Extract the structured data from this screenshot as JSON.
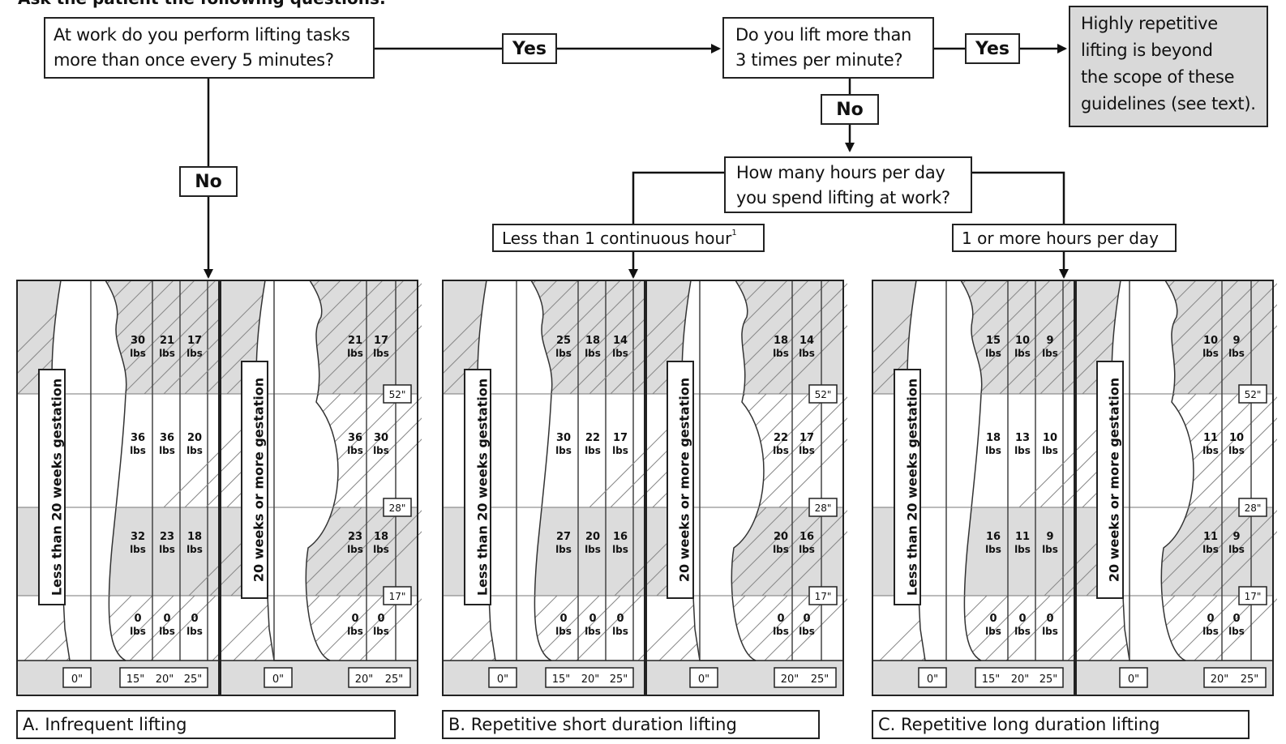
{
  "header": {
    "title": "Ask the patient the following questions:"
  },
  "q1": {
    "line1": "At work do you perform lifting tasks",
    "line2": "more than once every 5 minutes?"
  },
  "q2": {
    "line1": "Do you lift more than",
    "line2": "3 times per minute?"
  },
  "q3": {
    "line1": "How many hours per day",
    "line2": "you spend lifting at work?"
  },
  "yes1": "Yes",
  "yes2": "Yes",
  "no1": "No",
  "no2": "No",
  "scope_note": {
    "line1": "Highly repetitive",
    "line2": "lifting is beyond",
    "line3": "the scope of these",
    "line4": "guidelines (see text)."
  },
  "branch_short": "Less than 1 continuous hour",
  "branch_short_sup": "1",
  "branch_long": "1 or more hours per day",
  "panels": [
    {
      "caption": "A. Infrequent lifting",
      "left": {
        "label": "Less than 20 weeks gestation",
        "columns": [
          "0\"",
          "15\"",
          "20\"",
          "25\""
        ],
        "zones": [
          [
            "30",
            "21",
            "17"
          ],
          [
            "36",
            "36",
            "20"
          ],
          [
            "32",
            "23",
            "18"
          ],
          [
            "0",
            "0",
            "0"
          ]
        ]
      },
      "right": {
        "label": "20 weeks or more gestation",
        "columns": [
          "0\"",
          "20\"",
          "25\""
        ],
        "zones": [
          [
            "21",
            "17"
          ],
          [
            "36",
            "30"
          ],
          [
            "23",
            "18"
          ],
          [
            "0",
            "0"
          ]
        ],
        "heights": [
          "52\"",
          "28\"",
          "17\""
        ]
      }
    },
    {
      "caption": "B. Repetitive short duration lifting",
      "left": {
        "label": "Less than 20 weeks gestation",
        "columns": [
          "0\"",
          "15\"",
          "20\"",
          "25\""
        ],
        "zones": [
          [
            "25",
            "18",
            "14"
          ],
          [
            "30",
            "22",
            "17"
          ],
          [
            "27",
            "20",
            "16"
          ],
          [
            "0",
            "0",
            "0"
          ]
        ]
      },
      "right": {
        "label": "20 weeks or more gestation",
        "columns": [
          "0\"",
          "20\"",
          "25\""
        ],
        "zones": [
          [
            "18",
            "14"
          ],
          [
            "22",
            "17"
          ],
          [
            "20",
            "16"
          ],
          [
            "0",
            "0"
          ]
        ],
        "heights": [
          "52\"",
          "28\"",
          "17\""
        ]
      }
    },
    {
      "caption": "C. Repetitive long duration lifting",
      "left": {
        "label": "Less than 20 weeks gestation",
        "columns": [
          "0\"",
          "15\"",
          "20\"",
          "25\""
        ],
        "zones": [
          [
            "15",
            "10",
            "9"
          ],
          [
            "18",
            "13",
            "10"
          ],
          [
            "16",
            "11",
            "9"
          ],
          [
            "0",
            "0",
            "0"
          ]
        ]
      },
      "right": {
        "label": "20 weeks or more gestation",
        "columns": [
          "0\"",
          "20\"",
          "25\""
        ],
        "zones": [
          [
            "10",
            "9"
          ],
          [
            "11",
            "10"
          ],
          [
            "11",
            "9"
          ],
          [
            "0",
            "0"
          ]
        ],
        "heights": [
          "52\"",
          "28\"",
          "17\""
        ]
      }
    }
  ],
  "unit": "lbs"
}
